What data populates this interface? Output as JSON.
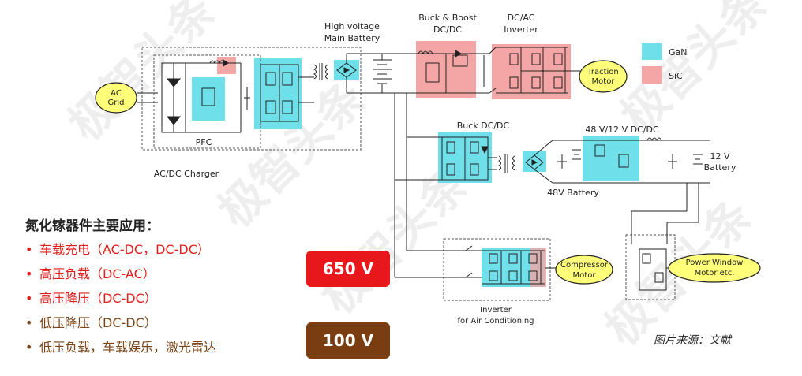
{
  "diagram": {
    "labels": {
      "ac_grid_line1": "AC",
      "ac_grid_line2": "Grid",
      "pfc": "PFC",
      "acdc_charger": "AC/DC Charger",
      "hv_battery_line1": "High voltage",
      "hv_battery_line2": "Main Battery",
      "buck_boost_line1": "Buck & Boost",
      "buck_boost_line2": "DC/DC",
      "dcac_line1": "DC/AC",
      "dcac_line2": "Inverter",
      "traction_line1": "Traction",
      "traction_line2": "Motor",
      "buck_dcdc": "Buck DC/DC",
      "dcdc_48_12": "48 V/12 V DC/DC",
      "battery_48v": "48V Battery",
      "battery_12v_line1": "12 V",
      "battery_12v_line2": "Battery",
      "compressor_line1": "Compressor",
      "compressor_line2": "Motor",
      "inverter_ac_line1": "Inverter",
      "inverter_ac_line2": "for Air Conditioning",
      "power_window_line1": "Power Window",
      "power_window_line2": "Motor etc."
    },
    "legend": [
      {
        "label": "GaN",
        "color": "#6fe0ea"
      },
      {
        "label": "SiC",
        "color": "#f4a6a6"
      }
    ]
  },
  "usage": {
    "title": "氮化镓器件主要应用：",
    "items": [
      {
        "text": "车载充电（AC-DC，DC-DC）",
        "color": "#e0201c"
      },
      {
        "text": "高压负载（DC-AC）",
        "color": "#e0201c"
      },
      {
        "text": "高压降压（DC-DC）",
        "color": "#e0201c"
      },
      {
        "text": "低压降压（DC-DC）",
        "color": "#7a4416"
      },
      {
        "text": "低压负载，车载娱乐，激光雷达",
        "color": "#7a4416"
      }
    ],
    "bullet": "•"
  },
  "badges": [
    {
      "text": "650 V",
      "color": "#e8171c"
    },
    {
      "text": "100 V",
      "color": "#7a3d12"
    }
  ],
  "source": "图片来源：文献",
  "watermark": "极智头条",
  "colors": {
    "gan": "#6fe0ea",
    "sic": "#f4a6a6",
    "bubble": "#ffff7a"
  }
}
